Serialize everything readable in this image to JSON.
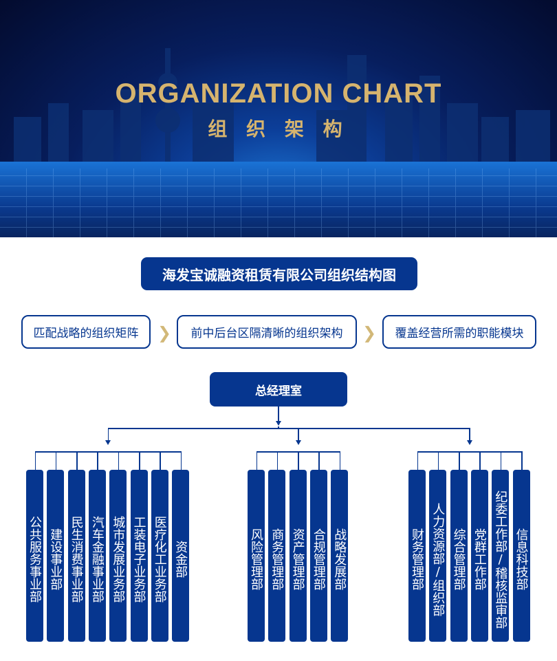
{
  "banner": {
    "title": "ORGANIZATION CHART",
    "subtitle": "组 织 架 构"
  },
  "chart_title": "海发宝诚融资租赁有限公司组织结构图",
  "principles": [
    "匹配战略的组织矩阵",
    "前中后台区隔清晰的组织架构",
    "覆盖经营所需的职能模块"
  ],
  "root": "总经理室",
  "groups": [
    [
      "公共服务事业部",
      "建设事业部",
      "民生消费事业部",
      "汽车金融事业部",
      "城市发展业务部",
      "工装电子业务部",
      "医疗化工业务部",
      "资金部"
    ],
    [
      "风险管理部",
      "商务管理部",
      "资产管理部",
      "合规管理部",
      "战略发展部"
    ],
    [
      "财务管理部",
      "人力资源部/组织部",
      "综合管理部",
      "党群工作部",
      "纪委工作部/稽核监审部",
      "信息科技部"
    ]
  ]
}
